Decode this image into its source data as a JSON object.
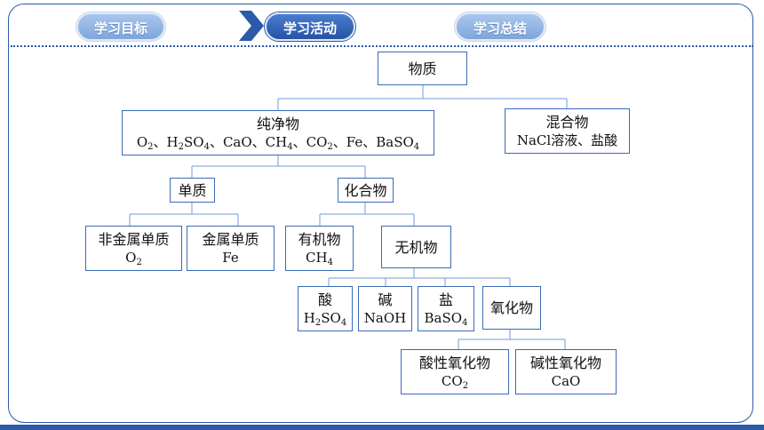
{
  "tabs": [
    {
      "label": "学习目标",
      "active": false
    },
    {
      "label": "学习活动",
      "active": true
    },
    {
      "label": "学习总结",
      "active": false
    }
  ],
  "diagram": {
    "root": "物质",
    "pure": {
      "title": "纯净物",
      "examples": [
        "O",
        "2",
        "、H",
        "2",
        "SO",
        "4",
        "、CaO、CH",
        "4",
        "、CO",
        "2",
        "、Fe、BaSO",
        "4"
      ]
    },
    "mixture": {
      "title": "混合物",
      "examples": "NaCl溶液、盐酸"
    },
    "element": "单质",
    "compound": "化合物",
    "nonmetal": {
      "title": "非金属单质",
      "f": [
        "O",
        "2"
      ]
    },
    "metal": {
      "title": "金属单质",
      "f": "Fe"
    },
    "organic": {
      "title": "有机物",
      "f": [
        "CH",
        "4"
      ]
    },
    "inorganic": "无机物",
    "acid": {
      "title": "酸",
      "f": [
        "H",
        "2",
        "SO",
        "4"
      ]
    },
    "base": {
      "title": "碱",
      "f": "NaOH"
    },
    "salt": {
      "title": "盐",
      "f": [
        "BaSO",
        "4"
      ]
    },
    "oxide": "氧化物",
    "acidic_oxide": {
      "title": "酸性氧化物",
      "f": [
        "CO",
        "2"
      ]
    },
    "basic_oxide": {
      "title": "碱性氧化物",
      "f": "CaO"
    }
  },
  "colors": {
    "accent": "#2a5aa8",
    "connector": "#6f9bd8",
    "box_border": "#3a6bb6"
  }
}
